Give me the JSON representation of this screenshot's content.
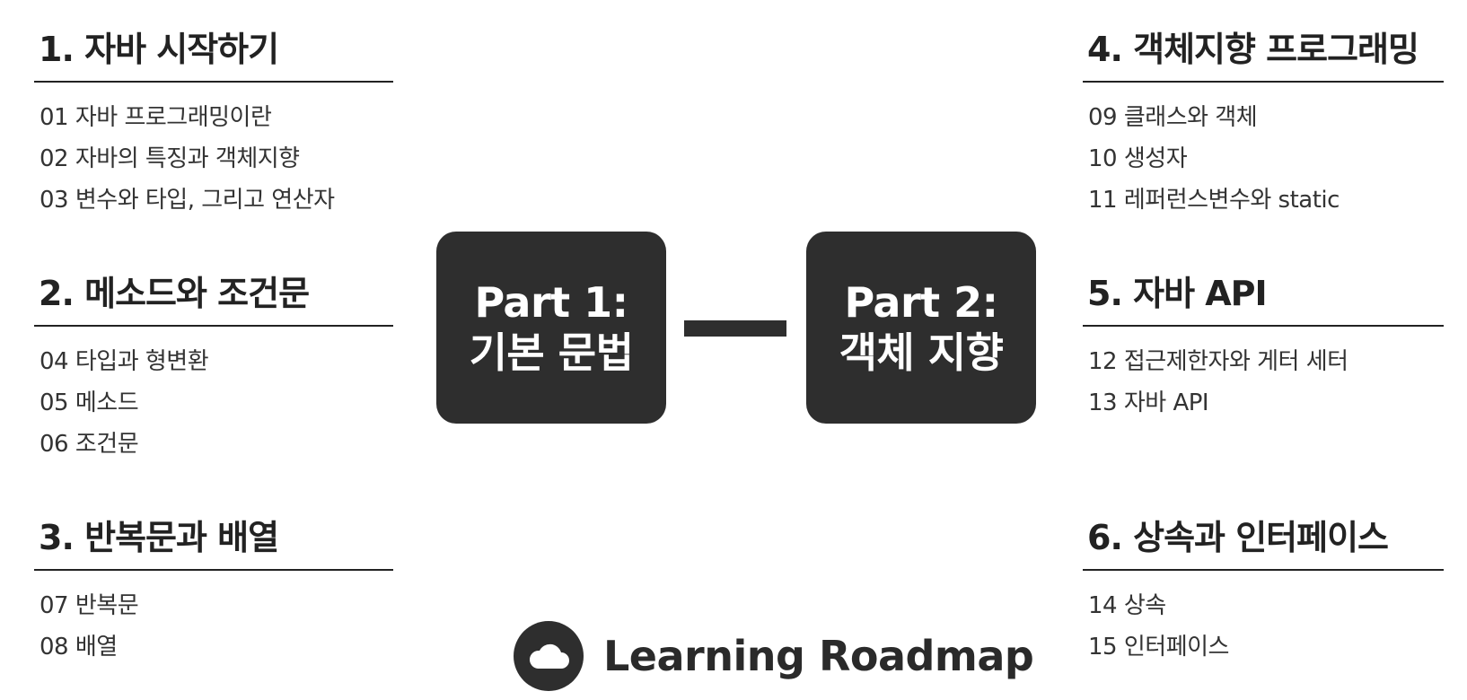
{
  "sections": [
    {
      "title": "1. 자바 시작하기",
      "items": [
        "01 자바 프로그래밍이란",
        "02 자바의 특징과 객체지향",
        "03 변수와 타입, 그리고 연산자"
      ]
    },
    {
      "title": "2. 메소드와 조건문",
      "items": [
        "04 타입과 형변환",
        "05 메소드",
        "06 조건문"
      ]
    },
    {
      "title": "3. 반복문과 배열",
      "items": [
        "07 반복문",
        "08 배열"
      ]
    },
    {
      "title": "4. 객체지향 프로그래밍",
      "items": [
        "09 클래스와 객체",
        "10 생성자",
        "11 레퍼런스변수와 static"
      ]
    },
    {
      "title": "5. 자바 API",
      "items": [
        "12 접근제한자와 게터 세터",
        "13 자바 API"
      ]
    },
    {
      "title": "6. 상속과 인터페이스",
      "items": [
        "14 상속",
        "15 인터페이스"
      ]
    }
  ],
  "parts": [
    {
      "line1": "Part 1:",
      "line2": "기본 문법"
    },
    {
      "line1": "Part 2:",
      "line2": "객체 지향"
    }
  ],
  "footer": {
    "title": "Learning Roadmap",
    "icon": "cloud-icon"
  },
  "colors": {
    "box": "#2e2e2e",
    "text": "#222222",
    "background": "#ffffff"
  }
}
